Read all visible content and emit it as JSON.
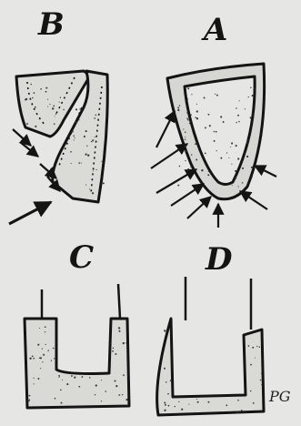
{
  "panels": {
    "b": {
      "label": "B"
    },
    "a": {
      "label": "A"
    },
    "c": {
      "label": "C"
    },
    "d": {
      "label": "D"
    }
  },
  "signature": "PG",
  "colors": {
    "background": "#e6e6e4",
    "ink": "#141414",
    "fill": "#d9d9d6"
  }
}
